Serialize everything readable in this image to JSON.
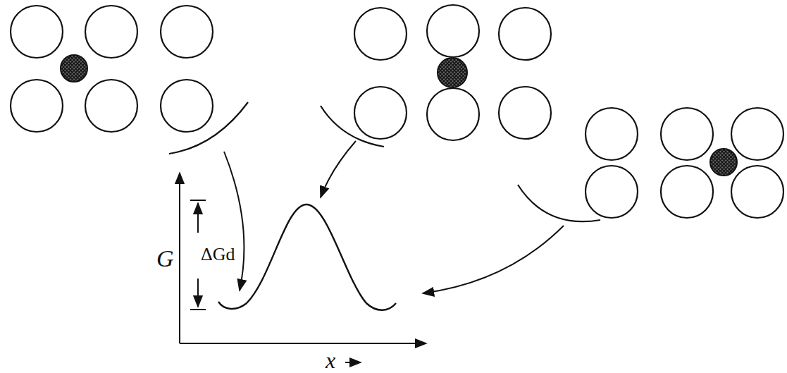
{
  "diagram": {
    "labels": [
      "G",
      "ΔGd",
      "x"
    ]
  }
}
